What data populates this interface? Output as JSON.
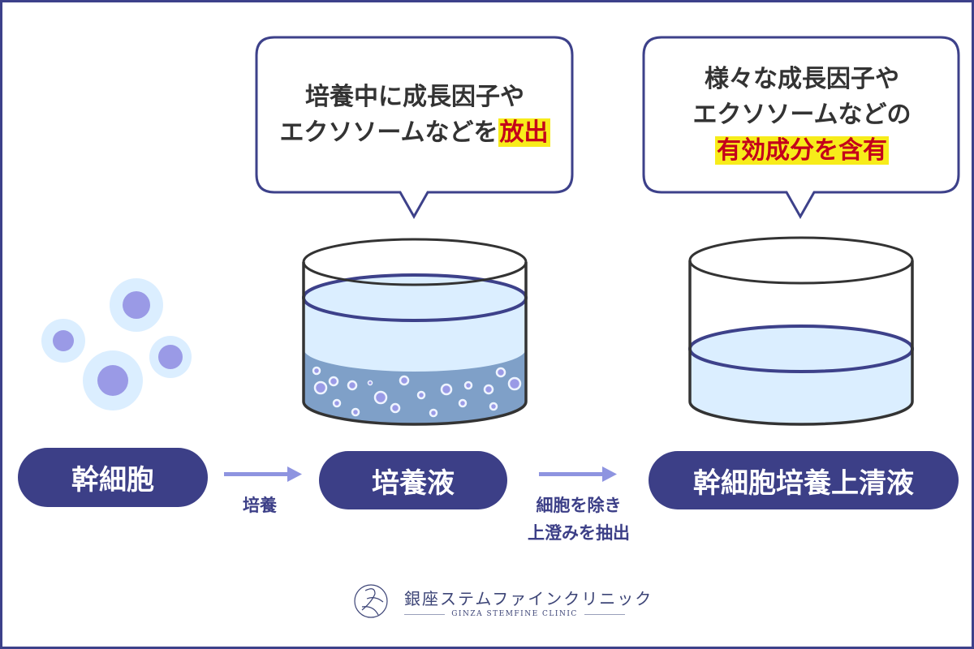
{
  "bubbles": {
    "left": {
      "line1": "培養中に成長因子や",
      "line2": "エクソソームなどを",
      "highlight": "放出"
    },
    "right": {
      "line1": "様々な成長因子や",
      "line2": "エクソソームなどの",
      "highlight": "有効成分を含有"
    }
  },
  "steps": [
    "幹細胞",
    "培養液",
    "幹細胞培養上清液"
  ],
  "arrows": {
    "first": "培養",
    "second_line1": "細胞を除き",
    "second_line2": "上澄みを抽出"
  },
  "logo": {
    "name_jp": "銀座ステムファインクリニック",
    "name_en": "GINZA STEMFINE CLINIC"
  },
  "colors": {
    "navy": "#3c3f87",
    "highlight": "#f7ec1a",
    "highlight_text": "#c4001b",
    "liquid": "#dbeeff",
    "cells_liquid": "#7fa0c8"
  }
}
